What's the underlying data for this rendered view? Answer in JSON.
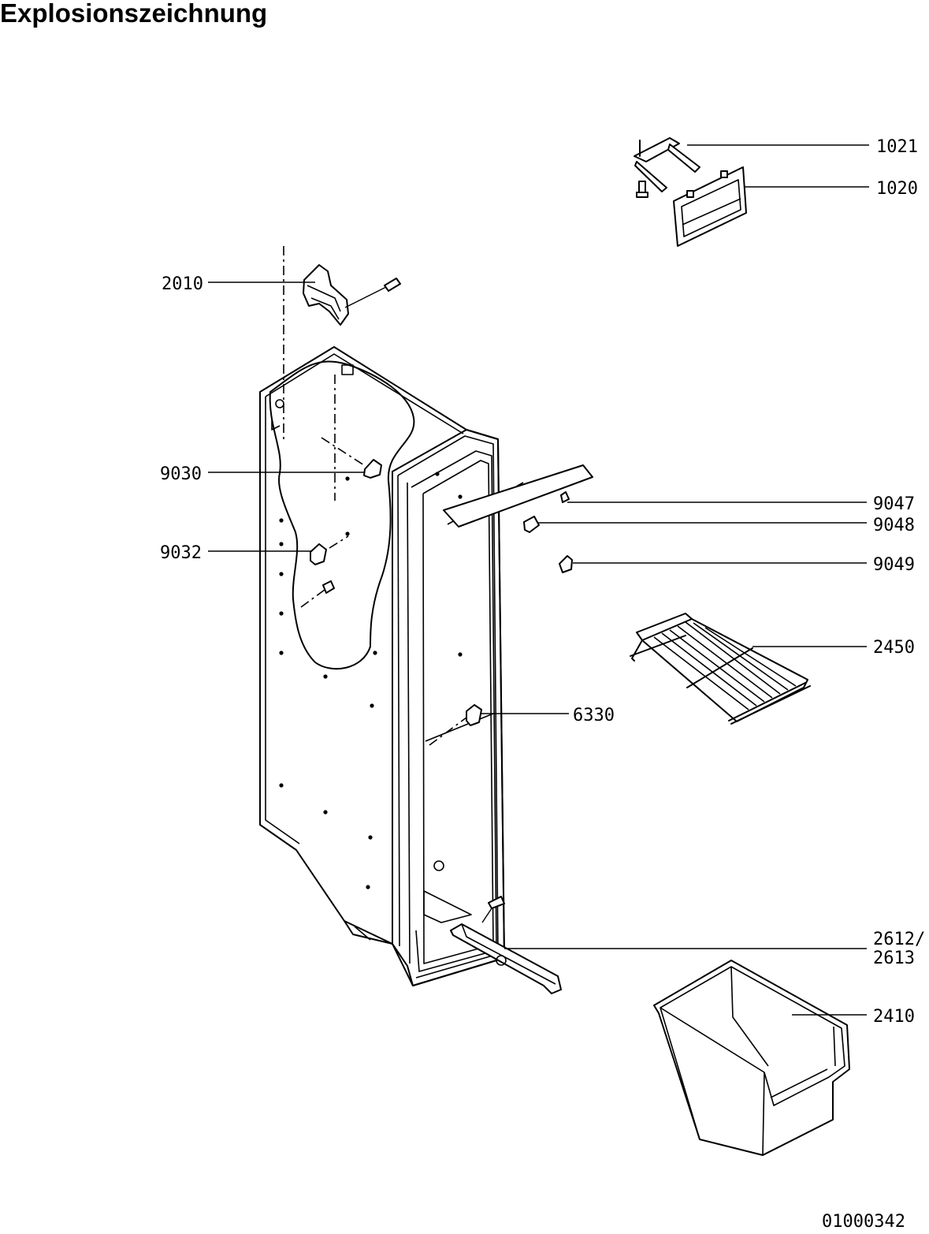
{
  "title": "Explosionszeichnung",
  "drawing_number": "01000342",
  "parts": [
    {
      "id": "1021",
      "label": "1021"
    },
    {
      "id": "1020",
      "label": "1020"
    },
    {
      "id": "2010",
      "label": "2010"
    },
    {
      "id": "9030",
      "label": "9030"
    },
    {
      "id": "9032",
      "label": "9032"
    },
    {
      "id": "9047",
      "label": "9047"
    },
    {
      "id": "9048",
      "label": "9048"
    },
    {
      "id": "9049",
      "label": "9049"
    },
    {
      "id": "2450",
      "label": "2450"
    },
    {
      "id": "6330",
      "label": "6330"
    },
    {
      "id": "2612",
      "label": "2612/"
    },
    {
      "id": "2613",
      "label": "2613"
    },
    {
      "id": "2410",
      "label": "2410"
    }
  ]
}
